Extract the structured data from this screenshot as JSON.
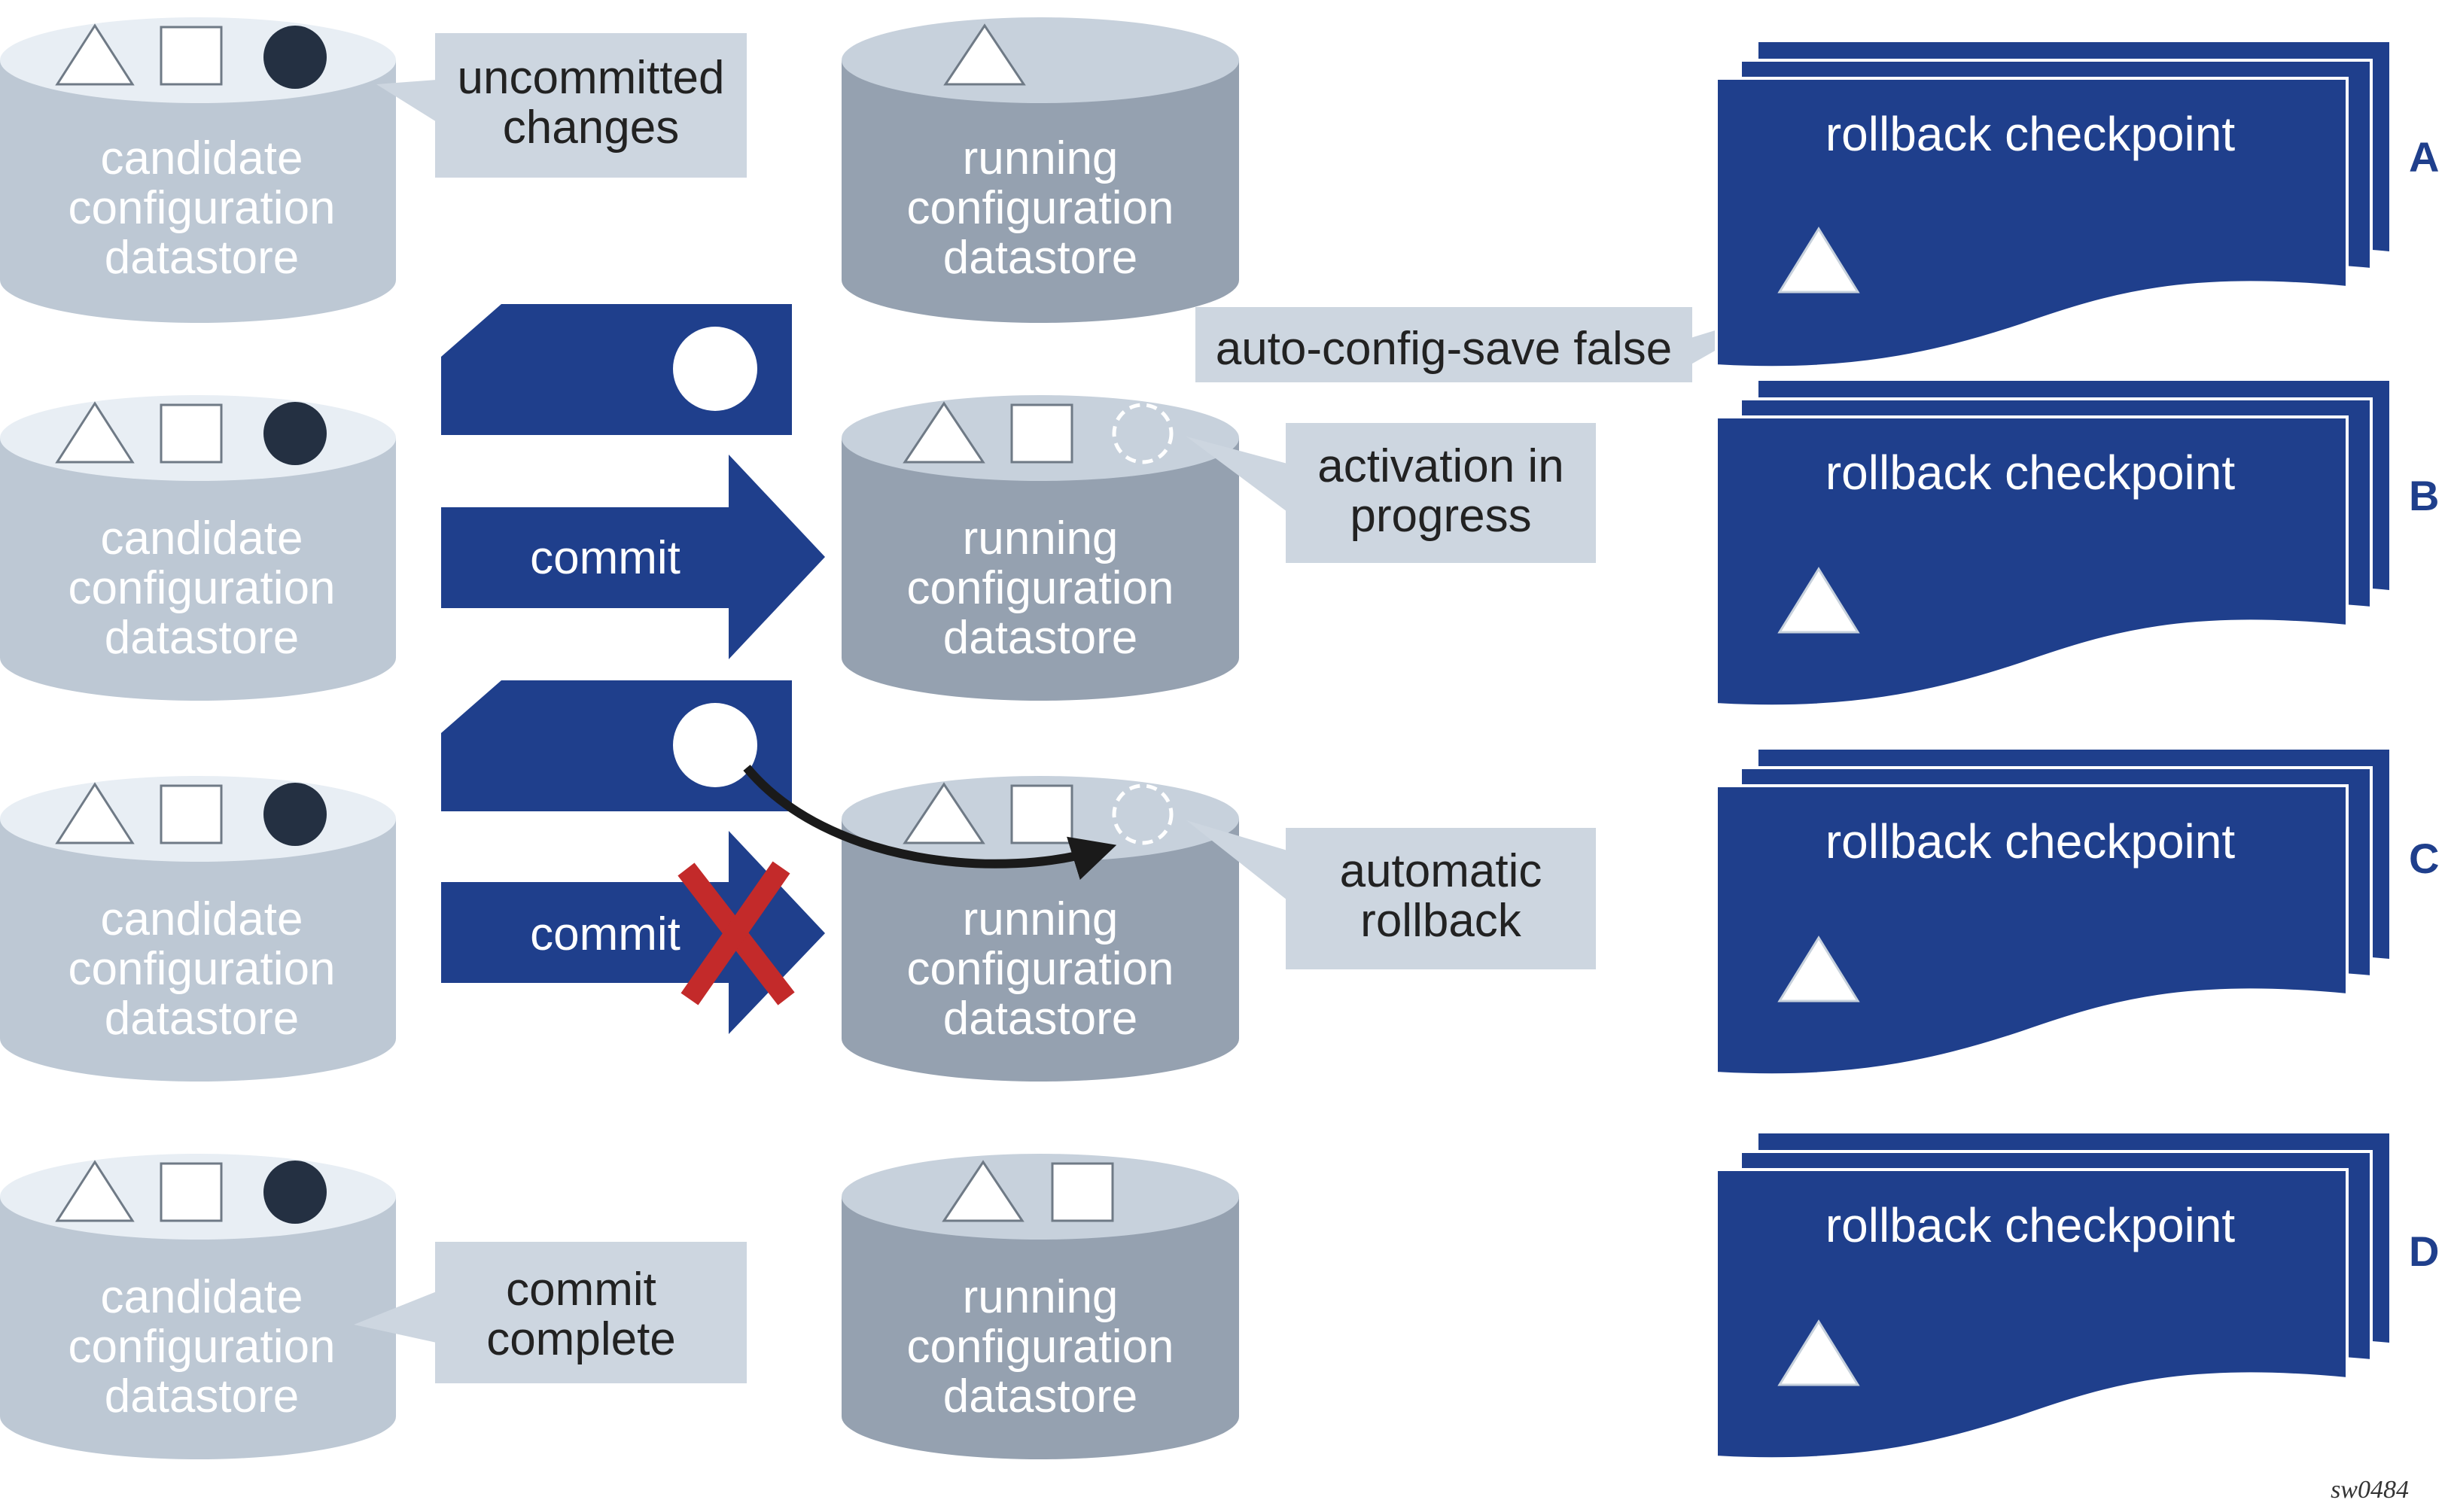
{
  "colors": {
    "cand_body": "#bdc8d4",
    "cand_top": "#e8eef4",
    "run_body": "#95a1b0",
    "run_top": "#c7d1dc",
    "callout_bg": "#cdd6e0",
    "brand_blue": "#1f3f8c",
    "dark_circle": "#243042",
    "fail_red": "#c32a2a"
  },
  "candidate": {
    "line1": "candidate",
    "line2": "configuration",
    "line3": "datastore"
  },
  "running": {
    "line1": "running",
    "line2": "configuration",
    "line3": "datastore"
  },
  "callouts": {
    "uncommitted_1": "uncommitted",
    "uncommitted_2": "changes",
    "activation_1": "activation in",
    "activation_2": "progress",
    "rollback_1": "automatic",
    "rollback_2": "rollback",
    "complete_1": "commit",
    "complete_2": "complete",
    "auto_save": "auto-config-save false"
  },
  "arrows": {
    "commit_label": "commit"
  },
  "checkpoints": {
    "title": "rollback checkpoint"
  },
  "rows": [
    {
      "label": "A"
    },
    {
      "label": "B"
    },
    {
      "label": "C"
    },
    {
      "label": "D"
    }
  ],
  "footer": {
    "ref": "sw0484"
  },
  "icons": [
    "triangle-icon",
    "square-icon",
    "filled-circle-icon",
    "dashed-circle-icon",
    "rollback-curve-arrow-icon",
    "red-x-icon"
  ]
}
